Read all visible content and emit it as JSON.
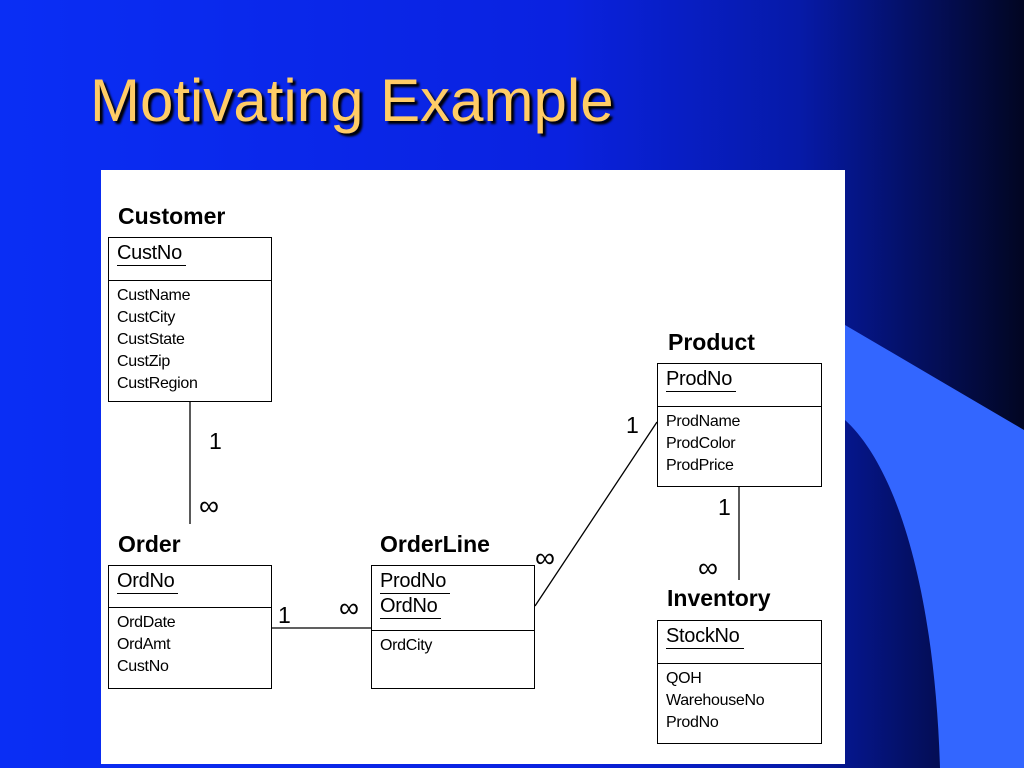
{
  "slide": {
    "title": "Motivating Example"
  },
  "entities": {
    "customer": {
      "name": "Customer",
      "keys": [
        "CustNo"
      ],
      "attributes": [
        "CustName",
        "CustCity",
        "CustState",
        "CustZip",
        "CustRegion"
      ]
    },
    "product": {
      "name": "Product",
      "keys": [
        "ProdNo"
      ],
      "attributes": [
        "ProdName",
        "ProdColor",
        "ProdPrice"
      ]
    },
    "order": {
      "name": "Order",
      "keys": [
        "OrdNo"
      ],
      "attributes": [
        "OrdDate",
        "OrdAmt",
        "CustNo"
      ]
    },
    "orderline": {
      "name": "OrderLine",
      "keys": [
        "ProdNo",
        "OrdNo"
      ],
      "attributes": [
        "OrdCity"
      ]
    },
    "inventory": {
      "name": "Inventory",
      "keys": [
        "StockNo"
      ],
      "attributes": [
        "QOH",
        "WarehouseNo",
        "ProdNo"
      ]
    }
  },
  "relationships": [
    {
      "from": "Customer",
      "to": "Order",
      "from_card": "1",
      "to_card": "∞"
    },
    {
      "from": "Order",
      "to": "OrderLine",
      "from_card": "1",
      "to_card": "∞"
    },
    {
      "from": "Product",
      "to": "OrderLine",
      "from_card": "1",
      "to_card": "∞"
    },
    {
      "from": "Product",
      "to": "Inventory",
      "from_card": "1",
      "to_card": "∞"
    }
  ],
  "colors": {
    "background": "#0a2ef5",
    "title": "#ffcc66",
    "accent_shape": "#3366ff",
    "canvas": "#ffffff"
  }
}
